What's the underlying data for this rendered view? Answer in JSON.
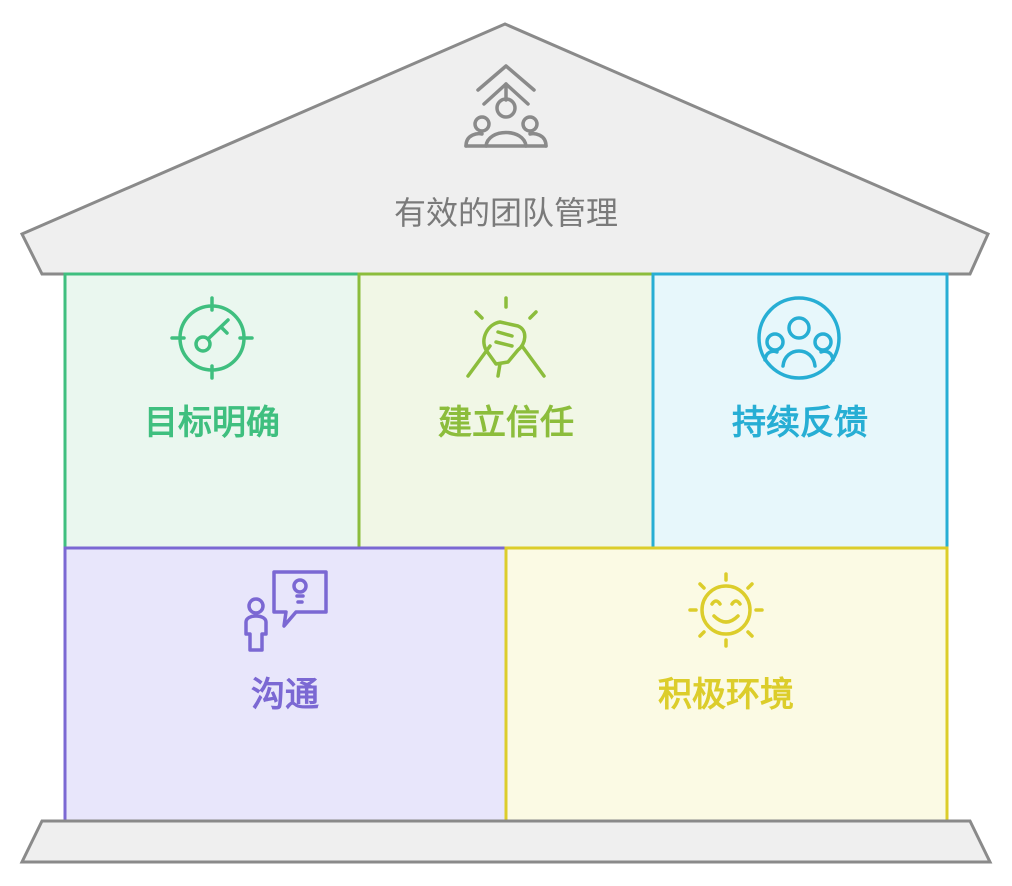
{
  "roof": {
    "title": "有效的团队管理",
    "icon": "team-growth-icon",
    "fill": "#efefef",
    "stroke": "#8a8a8a",
    "text_color": "#7a7a7a"
  },
  "pillars": [
    {
      "label": "目标明确",
      "icon": "target-key-icon",
      "fill": "#eaf7ef",
      "stroke": "#3fbf7f",
      "color": "#3fbf7f"
    },
    {
      "label": "建立信任",
      "icon": "handshake-icon",
      "fill": "#f1f7e6",
      "stroke": "#8cbd3c",
      "color": "#8cbd3c"
    },
    {
      "label": "持续反馈",
      "icon": "group-circle-icon",
      "fill": "#e7f7fb",
      "stroke": "#27aed4",
      "color": "#27aed4"
    },
    {
      "label": "沟通",
      "icon": "person-idea-icon",
      "fill": "#e8e6fb",
      "stroke": "#7b68d3",
      "color": "#7b68d3"
    },
    {
      "label": "积极环境",
      "icon": "smiling-sun-icon",
      "fill": "#fbfae4",
      "stroke": "#dccd2b",
      "color": "#dccd2b"
    }
  ],
  "base": {
    "fill": "#efefef",
    "stroke": "#8a8a8a"
  }
}
